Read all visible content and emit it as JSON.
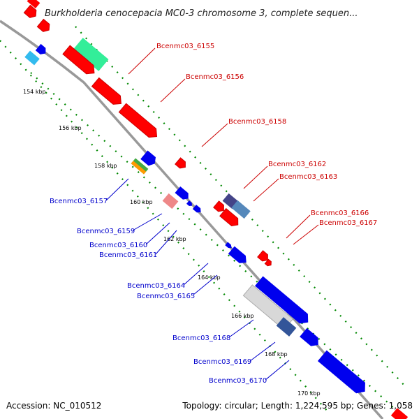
{
  "title": "Burkholderia cenocepacia MC0-3 chromosome 3, complete sequen...",
  "footer": {
    "accession": "Accession: NC_010512",
    "summary": "Topology: circular; Length: 1,224,595 bp; Genes: 1,058"
  },
  "ticks": [
    "154 kbp",
    "156 kbp",
    "158 kbp",
    "160 kbp",
    "162 kbp",
    "164 kbp",
    "166 kbp",
    "168 kbp",
    "170 kbp"
  ],
  "gene_labels": [
    {
      "text": "Bcenmc03_6155",
      "strand": "forward"
    },
    {
      "text": "Bcenmc03_6156",
      "strand": "forward"
    },
    {
      "text": "Bcenmc03_6158",
      "strand": "forward"
    },
    {
      "text": "Bcenmc03_6162",
      "strand": "forward"
    },
    {
      "text": "Bcenmc03_6163",
      "strand": "forward"
    },
    {
      "text": "Bcenmc03_6166",
      "strand": "forward"
    },
    {
      "text": "Bcenmc03_6167",
      "strand": "forward"
    },
    {
      "text": "Bcenmc03_6157",
      "strand": "reverse"
    },
    {
      "text": "Bcenmc03_6159",
      "strand": "reverse"
    },
    {
      "text": "Bcenmc03_6160",
      "strand": "reverse"
    },
    {
      "text": "Bcenmc03_6161",
      "strand": "reverse"
    },
    {
      "text": "Bcenmc03_6164",
      "strand": "reverse"
    },
    {
      "text": "Bcenmc03_6165",
      "strand": "reverse"
    },
    {
      "text": "Bcenmc03_6168",
      "strand": "reverse"
    },
    {
      "text": "Bcenmc03_6169",
      "strand": "reverse"
    },
    {
      "text": "Bcenmc03_6170",
      "strand": "reverse"
    }
  ],
  "colors": {
    "backbone": "#999999",
    "forward_gene": "#ff0000",
    "reverse_gene": "#0000ee",
    "forward_label": "#cc0000",
    "reverse_label": "#0000cc",
    "gc_dots": "#008800"
  }
}
